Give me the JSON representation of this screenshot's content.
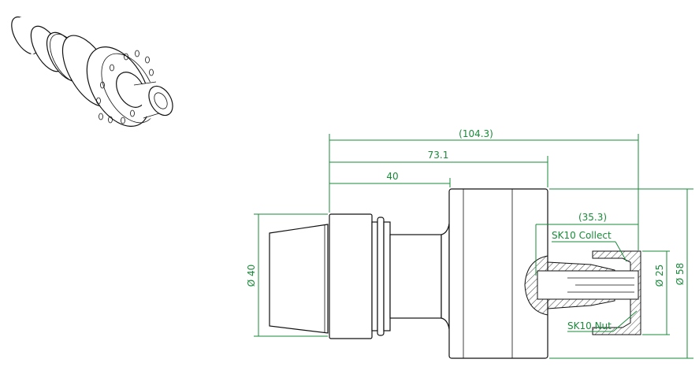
{
  "drawing": {
    "dimensions": {
      "overall_length": "(104.3)",
      "body_length": "73.1",
      "shank_length": "40",
      "collet_projection": "(35.3)",
      "taper_diameter": "Ø 40",
      "nut_diameter": "Ø 25",
      "body_diameter": "Ø 58"
    },
    "callouts": {
      "collet": "SK10 Collect",
      "nut": "SK10 Nut"
    },
    "colors": {
      "dimension": "#1a8a3a",
      "outline": "#111111"
    }
  }
}
